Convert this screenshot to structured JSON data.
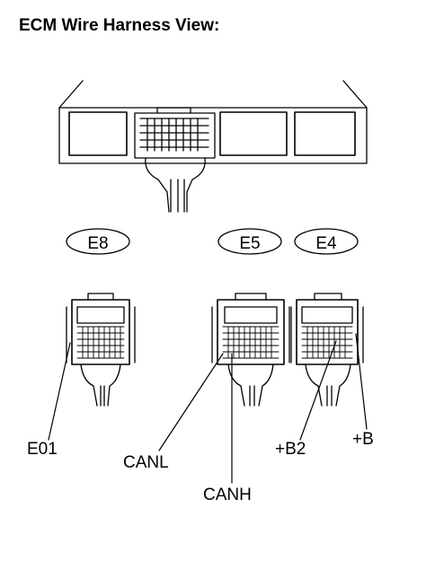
{
  "title": "ECM Wire Harness View:",
  "connectors": {
    "e8": "E8",
    "e5": "E5",
    "e4": "E4"
  },
  "terminals": {
    "e01": "E01",
    "canl": "CANL",
    "canh": "CANH",
    "b2": "+B2",
    "b": "+B"
  }
}
